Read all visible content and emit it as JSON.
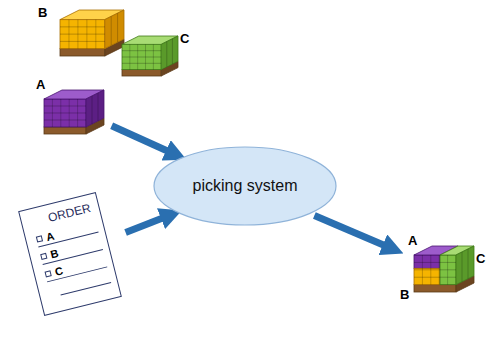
{
  "diagram": {
    "nodes": [
      {
        "text": [
          "B"
        ]
      },
      {
        "text": [
          "C"
        ]
      },
      {
        "text": [
          "A"
        ]
      },
      {
        "text": [
          "picking system"
        ]
      },
      {
        "text": [
          "ORDER",
          "A",
          "B",
          "C"
        ]
      },
      {
        "text": [
          "A",
          "C",
          "B"
        ]
      }
    ],
    "edges": [
      {
        "from": 2,
        "to": 3,
        "arrow": "to"
      },
      {
        "from": 4,
        "to": 3,
        "arrow": "to"
      },
      {
        "from": 3,
        "to": 5,
        "arrow": "to"
      }
    ]
  }
}
